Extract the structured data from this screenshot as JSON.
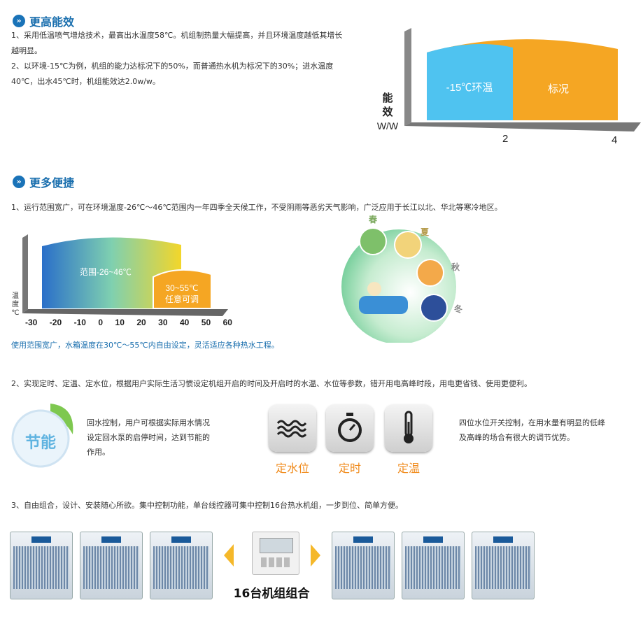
{
  "section1": {
    "title": "更高能效",
    "p1_line1": "1、采用低温喷气增焓技术，最高出水温度58℃。机组制热量大幅提高，并且环境温度越低其增长",
    "p1_line2": "越明显。",
    "p2_line1": "2、以环境-15℃为例，机组的能力达标况下的50%，而普通热水机为标况下的30%；进水温度",
    "p2_line2": "40℃，出水45℃时，机组能效达2.0w/w。",
    "chart": {
      "ylabel_1": "能",
      "ylabel_2": "效",
      "ylabel_3": "W/W",
      "region_1": "-15℃环温",
      "region_2": "标况",
      "tick_1": "2",
      "tick_2": "4",
      "color_1": "#4fc3f0",
      "color_2": "#f5a623"
    }
  },
  "section2": {
    "title": "更多便捷",
    "p1": "1、运行范围宽广，可在环境温度-26℃～46℃范围内一年四季全天候工作，不受阴雨等恶劣天气影响，广泛应用于长江以北、华北等寒冷地区。",
    "range_chart": {
      "ylabel_1": "温",
      "ylabel_2": "度",
      "ylabel_3": "℃",
      "range_label": "范围-26~46℃",
      "water_label_1": "30~55℃",
      "water_label_2": "任意可调",
      "ticks": [
        "-30",
        "-20",
        "-10",
        "0",
        "10",
        "20",
        "30",
        "40",
        "50",
        "60"
      ]
    },
    "seasons": {
      "spring": "春",
      "summer": "夏",
      "autumn": "秋",
      "winter": "冬"
    },
    "caption": "使用范围宽广，水箱温度在30℃～55℃内自由设定，灵活适应各种热水工程。",
    "p2": "2、实现定时、定温、定水位，根据用户实际生活习惯设定机组开启的时间及开启时的水温、水位等参数，错开用电高峰时段，用电更省钱、使用更便利。",
    "energy_badge": "节能",
    "left_text_1": "回水控制，用户可根据实际用水情况",
    "left_text_2": "设定回水泵的启停时间，达到节能的",
    "left_text_3": "作用。",
    "buttons": {
      "water_level": "定水位",
      "timer": "定时",
      "temperature": "定温"
    },
    "right_text_1": "四位水位开关控制，在用水量有明显的低峰",
    "right_text_2": "及高峰的场合有很大的调节优势。",
    "p3": "3、自由组合，设计、安装随心所欲。集中控制功能，单台线控器可集中控制16台热水机组，一步到位、简单方便。",
    "combo_caption": "16台机组组合"
  }
}
